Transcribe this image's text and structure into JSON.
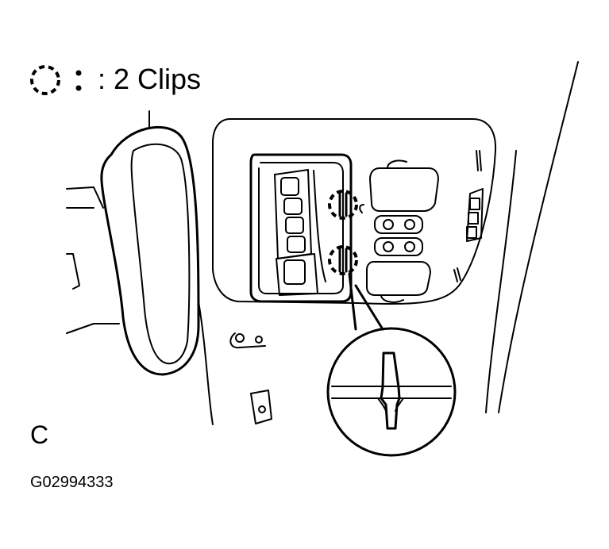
{
  "legend": {
    "symbol": "dashed-circle",
    "text": ": 2 Clips"
  },
  "view_label": "C",
  "figure_code": "G02994333",
  "colors": {
    "line": "#000000",
    "background": "#ffffff"
  }
}
